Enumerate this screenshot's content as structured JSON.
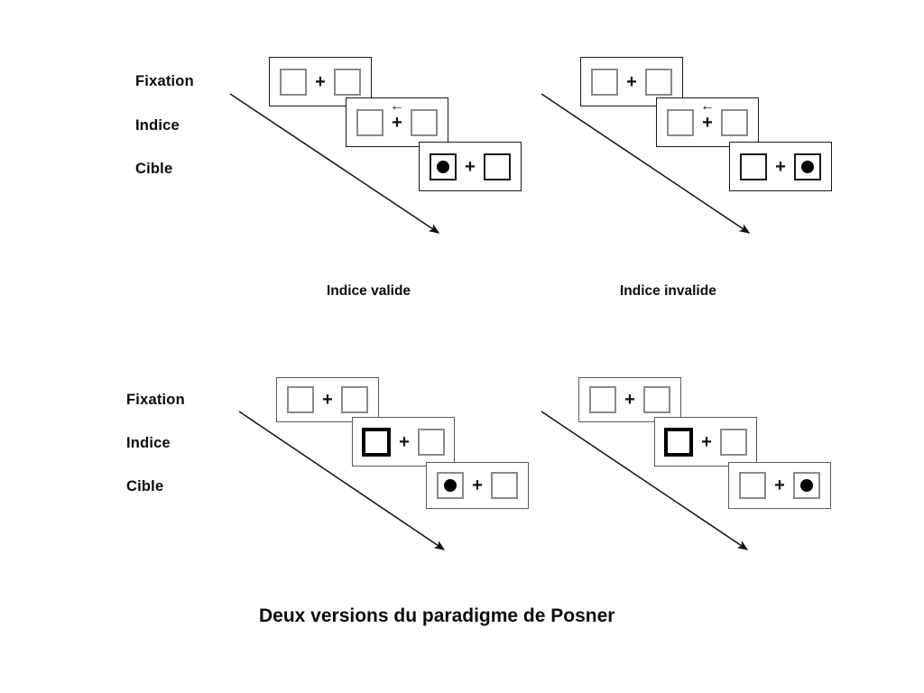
{
  "figure": {
    "title": "Deux versions du paradigme de Posner",
    "fixation_symbol": "+",
    "arrow_cue_symbol": "←"
  },
  "stage_labels": {
    "fixation": "Fixation",
    "indice": "Indice",
    "cible": "Cible"
  },
  "captions": {
    "valid": "Indice valide",
    "invalid": "Indice invalide"
  },
  "panels": [
    {
      "id": "top-left",
      "cue_type": "central-arrow",
      "caption": "Indice valide",
      "frames": [
        {
          "stage": "Fixation",
          "left_box": "empty",
          "right_box": "empty",
          "center": "+",
          "cue": "none"
        },
        {
          "stage": "Indice",
          "left_box": "empty",
          "right_box": "empty",
          "center": "+",
          "cue": "arrow-left"
        },
        {
          "stage": "Cible",
          "left_box": "dot",
          "right_box": "empty",
          "center": "+",
          "cue": "none"
        }
      ]
    },
    {
      "id": "top-right",
      "cue_type": "central-arrow",
      "caption": "Indice invalide",
      "frames": [
        {
          "stage": "Fixation",
          "left_box": "empty",
          "right_box": "empty",
          "center": "+",
          "cue": "none"
        },
        {
          "stage": "Indice",
          "left_box": "empty",
          "right_box": "empty",
          "center": "+",
          "cue": "arrow-left"
        },
        {
          "stage": "Cible",
          "left_box": "empty",
          "right_box": "dot",
          "center": "+",
          "cue": "none"
        }
      ]
    },
    {
      "id": "bottom-left",
      "cue_type": "peripheral-box",
      "caption": "",
      "frames": [
        {
          "stage": "Fixation",
          "left_box": "empty",
          "right_box": "empty",
          "center": "+",
          "cue": "none"
        },
        {
          "stage": "Indice",
          "left_box": "cued",
          "right_box": "empty",
          "center": "+",
          "cue": "box-left"
        },
        {
          "stage": "Cible",
          "left_box": "dot",
          "right_box": "empty",
          "center": "+",
          "cue": "none"
        }
      ]
    },
    {
      "id": "bottom-right",
      "cue_type": "peripheral-box",
      "caption": "",
      "frames": [
        {
          "stage": "Fixation",
          "left_box": "empty",
          "right_box": "empty",
          "center": "+",
          "cue": "none"
        },
        {
          "stage": "Indice",
          "left_box": "cued",
          "right_box": "empty",
          "center": "+",
          "cue": "box-left"
        },
        {
          "stage": "Cible",
          "left_box": "empty",
          "right_box": "dot",
          "center": "+",
          "cue": "none"
        }
      ]
    }
  ],
  "colors": {
    "frame_border": "#1a1a1a",
    "frame_border_gray": "#5c5c5c",
    "box_border": "#8a8a8a",
    "cue_border": "#000000",
    "target_dot": "#000000",
    "text": "#0b0b0b",
    "background": "#ffffff"
  }
}
